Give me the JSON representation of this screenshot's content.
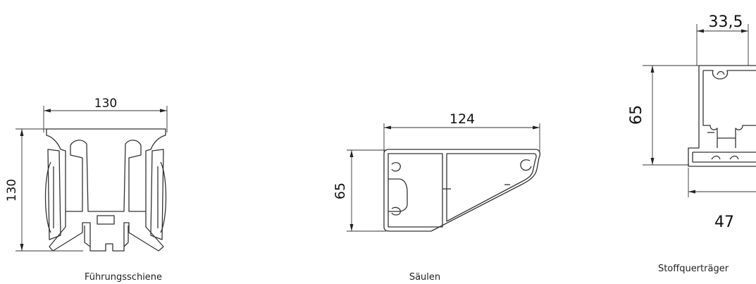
{
  "profiles": [
    {
      "caption": "Führungsschiene",
      "width_label": "130",
      "height_label": "130"
    },
    {
      "caption": "Säulen",
      "width_label": "124",
      "height_label": "65"
    },
    {
      "caption": "Stoffquerträger",
      "top_width_label": "33,5",
      "height_label": "65",
      "bottom_width_label": "47"
    }
  ]
}
